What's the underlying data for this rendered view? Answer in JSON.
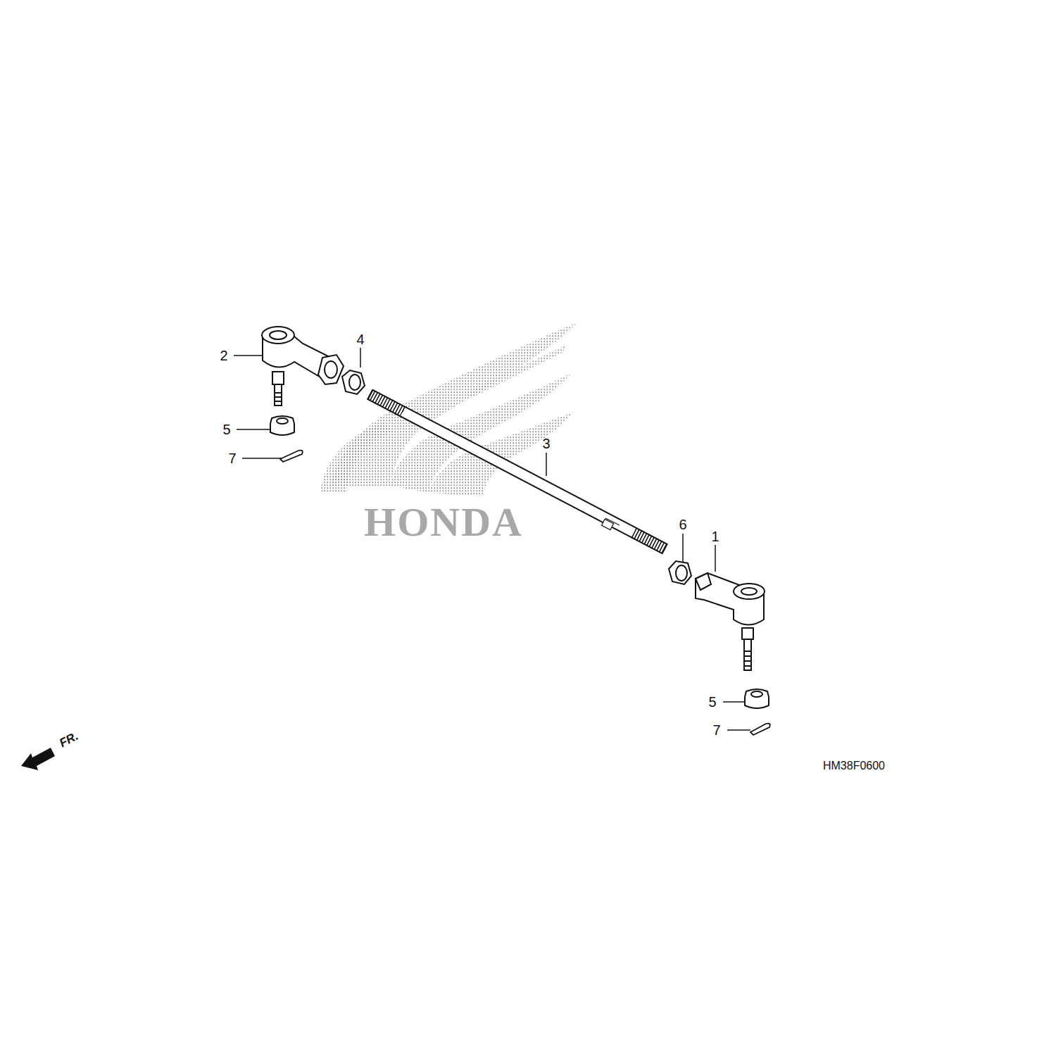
{
  "diagram": {
    "labels": [
      "2",
      "4",
      "5",
      "7",
      "3",
      "HONDA",
      "6",
      "1",
      "5",
      "7",
      "FR.",
      "HM38F0600"
    ]
  }
}
